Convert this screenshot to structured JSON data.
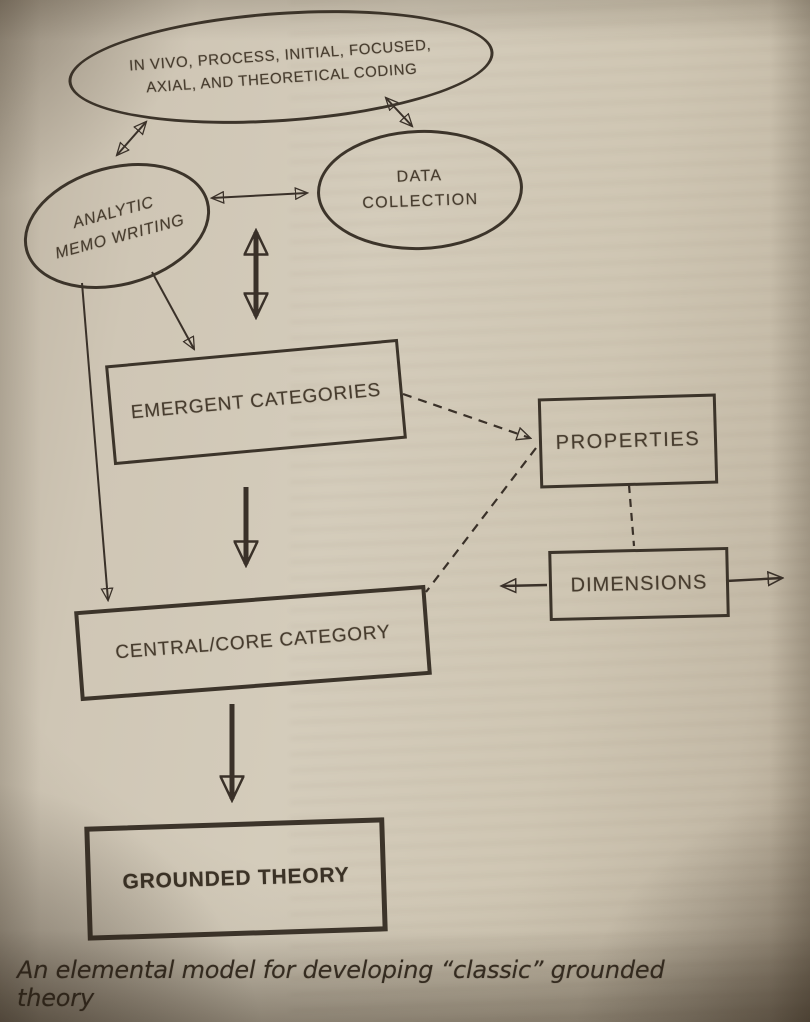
{
  "page": {
    "kind": "book-page-photo",
    "caption": "An elemental model for developing “classic” grounded theory"
  },
  "colors": {
    "paper": "#cfc6b5",
    "ink": "#3a3129",
    "label_text": "#473c2e",
    "caption_text": "#372e23"
  },
  "diagram": {
    "nodes": {
      "coding": {
        "shape": "ellipse",
        "label": "IN VIVO, PROCESS, INITIAL, FOCUSED,\nAXIAL, AND THEORETICAL CODING"
      },
      "data_collection": {
        "shape": "ellipse",
        "label": "DATA\nCOLLECTION"
      },
      "analytic_memo": {
        "shape": "ellipse",
        "label": "ANALYTIC\nMEMO WRITING"
      },
      "emergent_categories": {
        "shape": "rect",
        "label": "EMERGENT CATEGORIES"
      },
      "properties": {
        "shape": "rect",
        "label": "PROPERTIES"
      },
      "dimensions": {
        "shape": "rect",
        "label": "DIMENSIONS"
      },
      "central_core": {
        "shape": "rect",
        "label": "CENTRAL/CORE CATEGORY"
      },
      "grounded_theory": {
        "shape": "rect",
        "label": "GROUNDED THEORY"
      }
    },
    "edges": [
      {
        "from": "coding",
        "to": "analytic_memo",
        "style": "solid",
        "arrows": "both"
      },
      {
        "from": "coding",
        "to": "data_collection",
        "style": "solid",
        "arrows": "both"
      },
      {
        "from": "analytic_memo",
        "to": "data_collection",
        "style": "solid",
        "arrows": "both"
      },
      {
        "from": "data_collection",
        "to": "emergent_categories",
        "style": "solid-thick",
        "arrows": "both"
      },
      {
        "from": "analytic_memo",
        "to": "emergent_categories",
        "style": "solid",
        "arrows": "end"
      },
      {
        "from": "analytic_memo",
        "to": "central_core",
        "style": "solid",
        "arrows": "end"
      },
      {
        "from": "emergent_categories",
        "to": "central_core",
        "style": "solid-thick",
        "arrows": "end"
      },
      {
        "from": "central_core",
        "to": "grounded_theory",
        "style": "solid-thick",
        "arrows": "end"
      },
      {
        "from": "emergent_categories",
        "to": "properties",
        "style": "dashed",
        "arrows": "end"
      },
      {
        "from": "properties",
        "to": "central_core",
        "style": "dashed",
        "arrows": "none"
      },
      {
        "from": "properties",
        "to": "dimensions",
        "style": "dashed",
        "arrows": "none"
      },
      {
        "from": "dimensions",
        "to": "outward-left",
        "style": "solid",
        "arrows": "end"
      },
      {
        "from": "dimensions",
        "to": "outward-right",
        "style": "solid",
        "arrows": "end"
      }
    ]
  }
}
